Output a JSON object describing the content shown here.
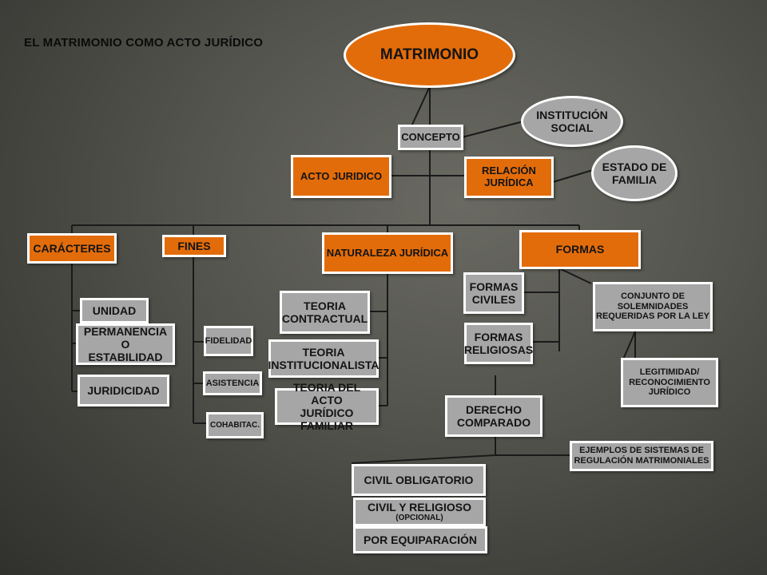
{
  "title": "EL MATRIMONIO COMO ACTO JURÍDICO",
  "nodes": {
    "matrimonio": "MATRIMONIO",
    "concepto": "CONCEPTO",
    "institucion_social": [
      "INSTITUCIÓN",
      "SOCIAL"
    ],
    "estado_de_familia": [
      "ESTADO DE",
      "FAMILIA"
    ],
    "acto_juridico": "ACTO JURIDICO",
    "relacion_juridica": [
      "RELACIÓN",
      "JURÍDICA"
    ],
    "caracteres": "CARÁCTERES",
    "fines": "FINES",
    "naturaleza_juridica": "NATURALEZA JURÍDICA",
    "formas": "FORMAS",
    "unidad": "UNIDAD",
    "permanencia": [
      "PERMANENCIA O",
      "ESTABILIDAD"
    ],
    "juridicidad": "JURIDICIDAD",
    "fidelidad": "FIDELIDAD",
    "asistencia": "ASISTENCIA",
    "cohabitac": "COHABITAC.",
    "teoria_contractual": [
      "TEORIA",
      "CONTRACTUAL"
    ],
    "teoria_institucionalista": [
      "TEORIA",
      "INSTITUCIONALISTA"
    ],
    "teoria_acto_familiar": [
      "TEORIA DEL ACTO",
      "JURÍDICO FAMILIAR"
    ],
    "formas_civiles": [
      "FORMAS",
      "CIVILES"
    ],
    "formas_religiosas": [
      "FORMAS",
      "RELIGIOSAS"
    ],
    "conjunto_solemnidades": [
      "CONJUNTO DE",
      "SOLEMNIDADES",
      "REQUERIDAS POR LA LEY"
    ],
    "legitimidad": [
      "LEGITIMIDAD/",
      "RECONOCIMIENTO",
      "JURÍDICO"
    ],
    "derecho_comparado": [
      "DERECHO",
      "COMPARADO"
    ],
    "ejemplos_sistemas": [
      "EJEMPLOS DE SISTEMAS DE",
      "REGULACIÓN MATRIMONIALES"
    ],
    "civil_obligatorio": "CIVIL OBLIGATORIO",
    "civil_religioso": [
      "CIVIL Y RELIGIOSO",
      "(OPCIONAL)"
    ],
    "por_equiparacion": "POR EQUIPARACIÓN"
  },
  "colors": {
    "orange": "#e36c0a",
    "gray": "#a6a6a6",
    "border": "#ffffff",
    "connector": "#1a1a1a"
  }
}
